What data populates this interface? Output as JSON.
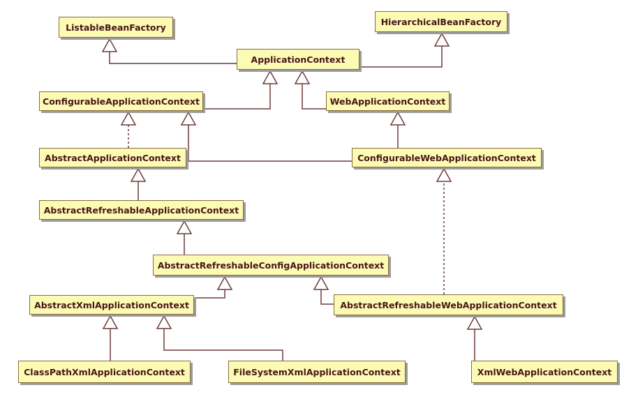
{
  "nodes": [
    {
      "id": "listable",
      "label": "ListableBeanFactory"
    },
    {
      "id": "hierarchical",
      "label": "HierarchicalBeanFactory"
    },
    {
      "id": "appctx",
      "label": "ApplicationContext"
    },
    {
      "id": "configctx",
      "label": "ConfigurableApplicationContext"
    },
    {
      "id": "webctx",
      "label": "WebApplicationContext"
    },
    {
      "id": "abstractctx",
      "label": "AbstractApplicationContext"
    },
    {
      "id": "configwebctx",
      "label": "ConfigurableWebApplicationContext"
    },
    {
      "id": "refreshctx",
      "label": "AbstractRefreshableApplicationContext"
    },
    {
      "id": "refreshcfgctx",
      "label": "AbstractRefreshableConfigApplicationContext"
    },
    {
      "id": "xmlctx",
      "label": "AbstractXmlApplicationContext"
    },
    {
      "id": "refreshwebctx",
      "label": "AbstractRefreshableWebApplicationContext"
    },
    {
      "id": "classpathctx",
      "label": "ClassPathXmlApplicationContext"
    },
    {
      "id": "filesysctx",
      "label": "FileSystemXmlApplicationContext"
    },
    {
      "id": "xmlwebctx",
      "label": "XmlWebApplicationContext"
    }
  ],
  "edges": [
    {
      "from": "appctx",
      "to": "listable",
      "style": "solid"
    },
    {
      "from": "appctx",
      "to": "hierarchical",
      "style": "solid"
    },
    {
      "from": "configctx",
      "to": "appctx",
      "style": "solid"
    },
    {
      "from": "webctx",
      "to": "appctx",
      "style": "solid"
    },
    {
      "from": "abstractctx",
      "to": "configctx",
      "style": "dashed"
    },
    {
      "from": "configwebctx",
      "to": "configctx",
      "style": "solid"
    },
    {
      "from": "configwebctx",
      "to": "webctx",
      "style": "solid"
    },
    {
      "from": "refreshctx",
      "to": "abstractctx",
      "style": "solid"
    },
    {
      "from": "refreshcfgctx",
      "to": "refreshctx",
      "style": "solid"
    },
    {
      "from": "xmlctx",
      "to": "refreshcfgctx",
      "style": "solid"
    },
    {
      "from": "refreshwebctx",
      "to": "refreshcfgctx",
      "style": "solid"
    },
    {
      "from": "refreshwebctx",
      "to": "configwebctx",
      "style": "dashed"
    },
    {
      "from": "classpathctx",
      "to": "xmlctx",
      "style": "solid"
    },
    {
      "from": "filesysctx",
      "to": "xmlctx",
      "style": "solid"
    },
    {
      "from": "xmlwebctx",
      "to": "refreshwebctx",
      "style": "solid"
    }
  ],
  "colors": {
    "node_fill": "#fbfbb4",
    "node_border": "#8a6a3a",
    "node_shadow": "#9c9c9c",
    "text": "#4a1418",
    "line": "#6b3a3a",
    "arrowhead_fill": "#ffffff"
  }
}
